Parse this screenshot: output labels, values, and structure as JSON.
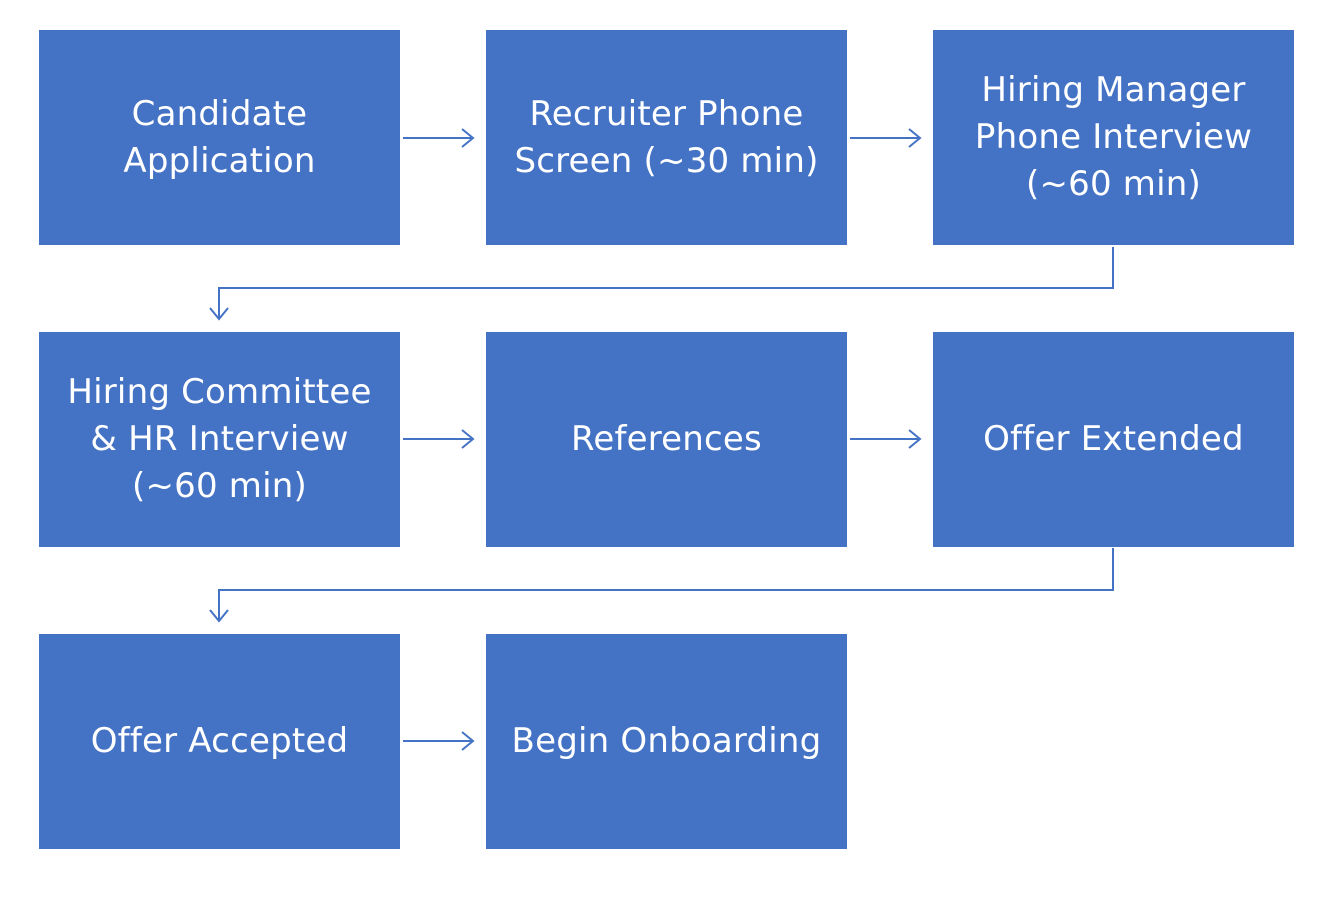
{
  "colors": {
    "box_fill": "#4472C4",
    "box_text": "#FFFFFF",
    "connector": "#4472C4",
    "background": "#FFFFFF"
  },
  "steps": [
    {
      "id": "candidate-application",
      "lines": [
        "Candidate",
        "Application"
      ]
    },
    {
      "id": "recruiter-phone-screen",
      "lines": [
        "Recruiter Phone",
        "Screen (~30 min)"
      ]
    },
    {
      "id": "hiring-manager-phone-interview",
      "lines": [
        "Hiring Manager",
        "Phone Interview",
        "(~60 min)"
      ]
    },
    {
      "id": "hiring-committee-hr-interview",
      "lines": [
        "Hiring Committee",
        "& HR Interview",
        "(~60 min)"
      ]
    },
    {
      "id": "references",
      "lines": [
        "References"
      ]
    },
    {
      "id": "offer-extended",
      "lines": [
        "Offer Extended"
      ]
    },
    {
      "id": "offer-accepted",
      "lines": [
        "Offer Accepted"
      ]
    },
    {
      "id": "begin-onboarding",
      "lines": [
        "Begin Onboarding"
      ]
    }
  ],
  "connections": [
    {
      "from": "candidate-application",
      "to": "recruiter-phone-screen"
    },
    {
      "from": "recruiter-phone-screen",
      "to": "hiring-manager-phone-interview"
    },
    {
      "from": "hiring-manager-phone-interview",
      "to": "hiring-committee-hr-interview"
    },
    {
      "from": "hiring-committee-hr-interview",
      "to": "references"
    },
    {
      "from": "references",
      "to": "offer-extended"
    },
    {
      "from": "offer-extended",
      "to": "offer-accepted"
    },
    {
      "from": "offer-accepted",
      "to": "begin-onboarding"
    }
  ]
}
